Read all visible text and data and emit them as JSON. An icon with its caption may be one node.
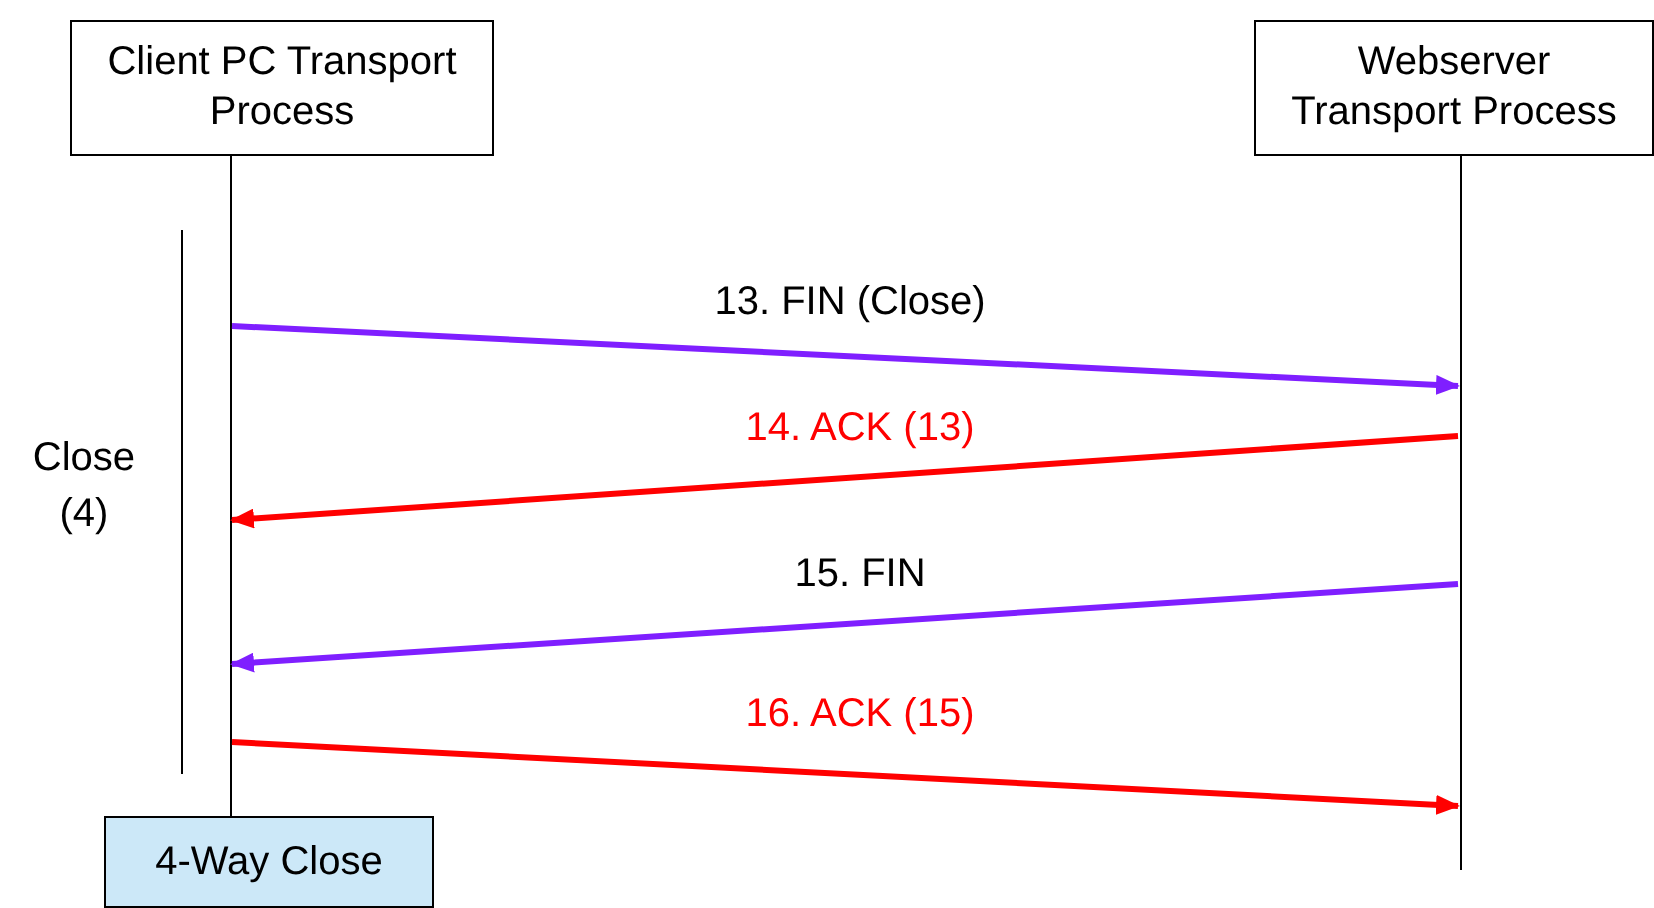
{
  "diagram": {
    "nodes": [
      {
        "text": [
          "Client PC Transport Process"
        ]
      },
      {
        "text": [
          "Webserver Transport Process"
        ]
      },
      {
        "text": [],
        "shape": "bar"
      },
      {
        "text": [],
        "shape": "bar"
      },
      {
        "text": [
          "4-Way Close"
        ]
      }
    ],
    "edges": [
      {
        "from": 2,
        "to": 3,
        "arrow": "to",
        "label": "13. FIN (Close)",
        "color": "#7f1fff"
      },
      {
        "from": 3,
        "to": 2,
        "arrow": "to",
        "label": "14. ACK (13)",
        "color": "#ff0000"
      },
      {
        "from": 3,
        "to": 2,
        "arrow": "to",
        "label": "15. FIN",
        "color": "#7f1fff"
      },
      {
        "from": 2,
        "to": 3,
        "arrow": "to",
        "label": "16. ACK (15)",
        "color": "#ff0000"
      }
    ],
    "labels": [
      "Close (4)"
    ]
  }
}
